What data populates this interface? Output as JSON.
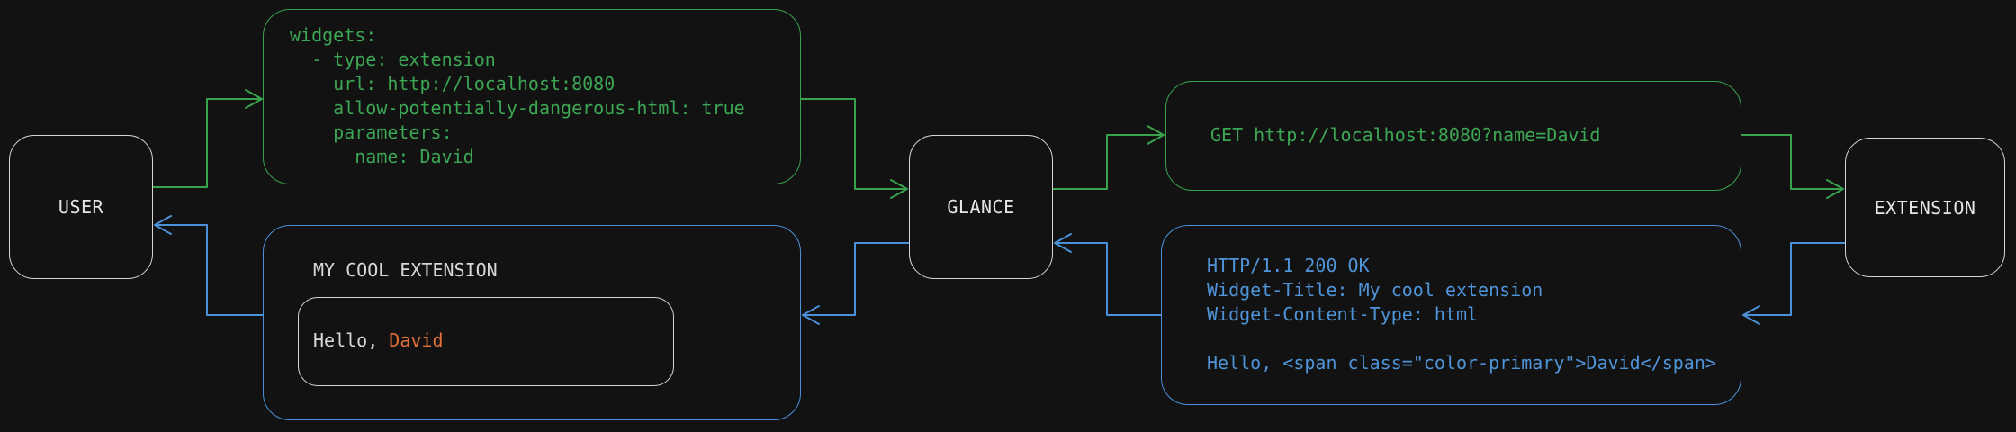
{
  "colors": {
    "background": "#121212",
    "green": "#38a24d",
    "blue": "#4a91d9",
    "orange": "#e2703a",
    "node_border": "#d6d6d6",
    "light_text": "#d8d8d8"
  },
  "nodes": {
    "user": {
      "label": "USER"
    },
    "glance": {
      "label": "GLANCE"
    },
    "extension": {
      "label": "EXTENSION"
    }
  },
  "widget_config": {
    "lines": [
      "widgets:",
      "  - type: extension",
      "    url: http://localhost:8080",
      "    allow-potentially-dangerous-html: true",
      "    parameters:",
      "      name: David"
    ]
  },
  "get_request": {
    "lines": [
      "GET http://localhost:8080?name=David"
    ]
  },
  "http_response": {
    "lines": [
      "HTTP/1.1 200 OK",
      "Widget-Title: My cool extension",
      "Widget-Content-Type: html",
      "",
      "Hello, <span class=\"color-primary\">David</span>"
    ]
  },
  "widget_preview": {
    "title": "MY COOL EXTENSION",
    "greeting_prefix": "Hello, ",
    "greeting_name": "David"
  },
  "edges": [
    {
      "from": "user",
      "to": "widget-config",
      "color": "green"
    },
    {
      "from": "widget-config",
      "to": "glance",
      "color": "green"
    },
    {
      "from": "glance",
      "to": "get-request",
      "color": "green"
    },
    {
      "from": "get-request",
      "to": "extension",
      "color": "green"
    },
    {
      "from": "extension",
      "to": "http-response",
      "color": "blue"
    },
    {
      "from": "http-response",
      "to": "glance",
      "color": "blue"
    },
    {
      "from": "glance",
      "to": "widget-preview",
      "color": "blue"
    },
    {
      "from": "widget-preview",
      "to": "user",
      "color": "blue"
    }
  ]
}
